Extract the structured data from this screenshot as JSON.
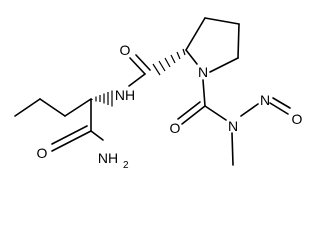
{
  "structure": {
    "atoms": {
      "amide_o_bottom": "O",
      "amide_nh2": "NH",
      "amide_nh2_subscript": "2",
      "amide_nh_link": "NH",
      "carbonyl_o_top": "O",
      "ring_n": "N",
      "urea_o": "O",
      "n_methyl": "N",
      "nitroso_n": "N",
      "nitroso_o": "O"
    }
  }
}
